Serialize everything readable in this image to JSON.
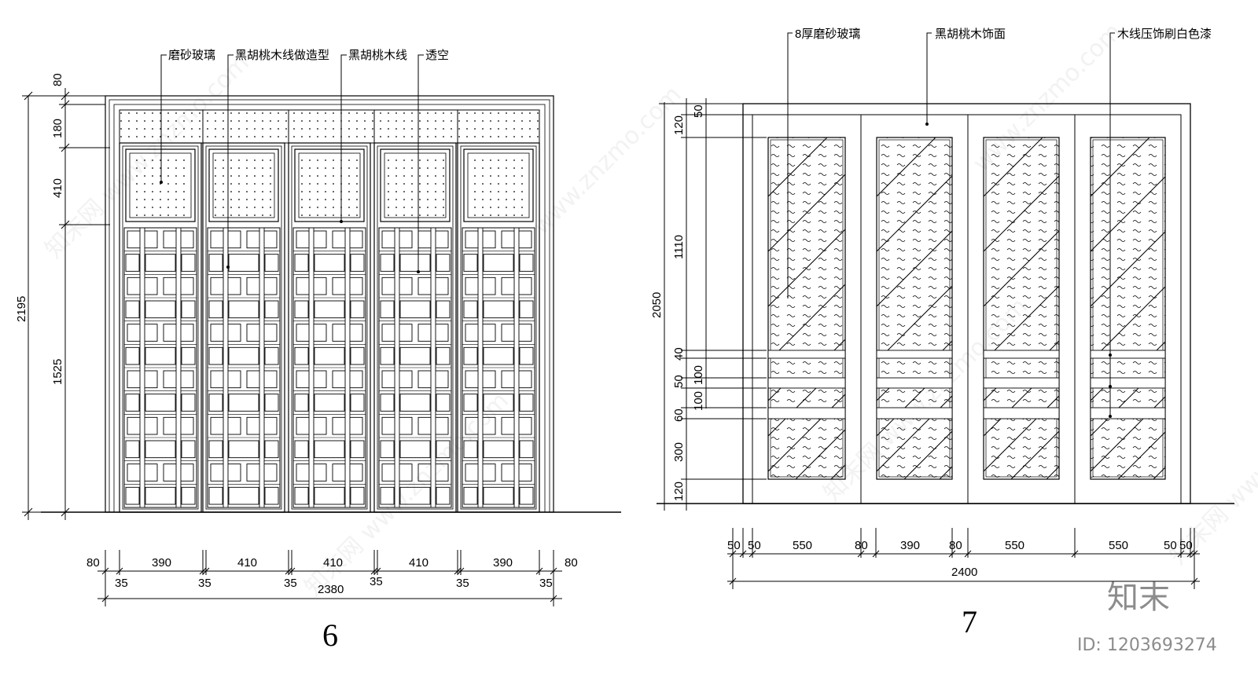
{
  "drawing6": {
    "number": "6",
    "labels": [
      "磨砂玻璃",
      "黑胡桃木线做造型",
      "黑胡桃木线",
      "透空"
    ],
    "dims_left": [
      "80",
      "180",
      "410",
      "2195",
      "1525"
    ],
    "dims_bottom": [
      "80",
      "390",
      "410",
      "410",
      "410",
      "390",
      "80"
    ],
    "dims_bottom_gaps": [
      "35",
      "35",
      "35",
      "35",
      "35",
      "35"
    ],
    "total_width": "2380"
  },
  "drawing7": {
    "number": "7",
    "labels": [
      "8厚磨砂玻璃",
      "黑胡桃木饰面",
      "木线压饰刷白色漆"
    ],
    "dims_left": [
      "50",
      "120",
      "1110",
      "2050",
      "40",
      "100",
      "50",
      "100",
      "60",
      "300",
      "120"
    ],
    "dims_bottom": [
      "50",
      "50",
      "550",
      "80",
      "390",
      "80",
      "550",
      "550",
      "50",
      "50"
    ],
    "total_width": "2400"
  },
  "watermark": {
    "logo": "知末",
    "id_text": "ID: 1203693274",
    "site": "www.znzmo.com"
  }
}
